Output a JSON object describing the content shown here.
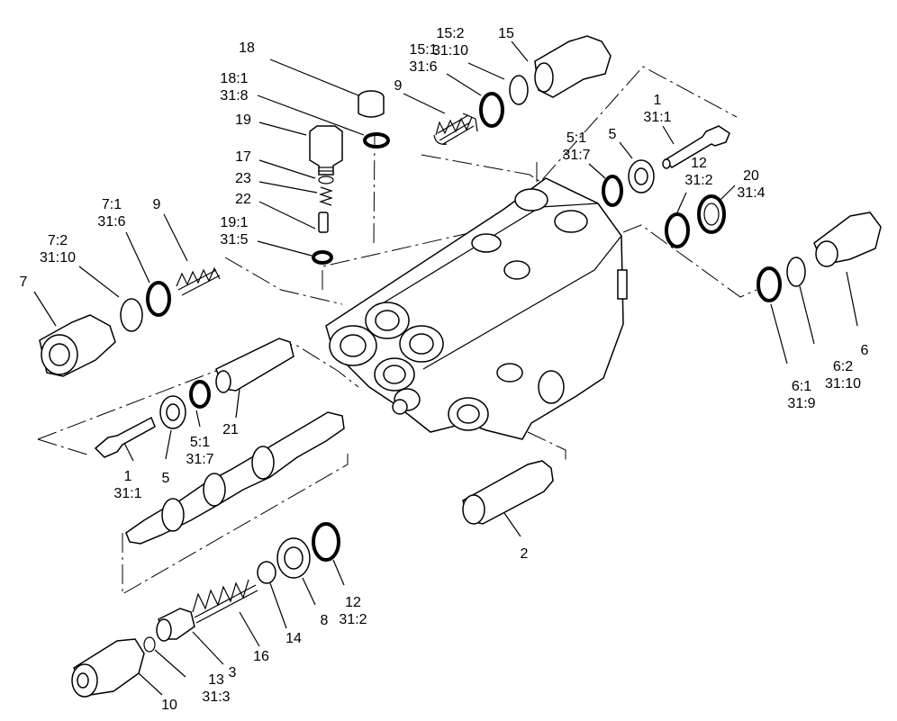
{
  "labels": [
    {
      "id": "p18",
      "text": "18"
    },
    {
      "id": "p18_1",
      "text": "18:1\n31:8"
    },
    {
      "id": "p19",
      "text": "19"
    },
    {
      "id": "p17",
      "text": "17"
    },
    {
      "id": "p23",
      "text": "23"
    },
    {
      "id": "p22",
      "text": "22"
    },
    {
      "id": "p19_1",
      "text": "19:1\n31:5"
    },
    {
      "id": "p9a",
      "text": "9"
    },
    {
      "id": "p15_1",
      "text": "15:1\n31:6"
    },
    {
      "id": "p15_2",
      "text": "15:2\n31:10"
    },
    {
      "id": "p15",
      "text": "15"
    },
    {
      "id": "p1a",
      "text": "1\n31:1"
    },
    {
      "id": "p5_1a",
      "text": "5:1\n31:7"
    },
    {
      "id": "p5a",
      "text": "5"
    },
    {
      "id": "p12a",
      "text": "12\n31:2"
    },
    {
      "id": "p20",
      "text": "20\n31:4"
    },
    {
      "id": "p7_1",
      "text": "7:1\n31:6"
    },
    {
      "id": "p9b",
      "text": "9"
    },
    {
      "id": "p7_2",
      "text": "7:2\n31:10"
    },
    {
      "id": "p7",
      "text": "7"
    },
    {
      "id": "p6",
      "text": "6"
    },
    {
      "id": "p6_2",
      "text": "6:2\n31:10"
    },
    {
      "id": "p6_1",
      "text": "6:1\n31:9"
    },
    {
      "id": "p21",
      "text": "21"
    },
    {
      "id": "p5_1b",
      "text": "5:1\n31:7"
    },
    {
      "id": "p5b",
      "text": "5"
    },
    {
      "id": "p1b",
      "text": "1\n31:1"
    },
    {
      "id": "p2",
      "text": "2"
    },
    {
      "id": "p12b",
      "text": "12\n31:2"
    },
    {
      "id": "p8",
      "text": "8"
    },
    {
      "id": "p14",
      "text": "14"
    },
    {
      "id": "p16",
      "text": "16"
    },
    {
      "id": "p3",
      "text": "3"
    },
    {
      "id": "p13",
      "text": "13\n31:3"
    },
    {
      "id": "p10",
      "text": "10"
    }
  ]
}
